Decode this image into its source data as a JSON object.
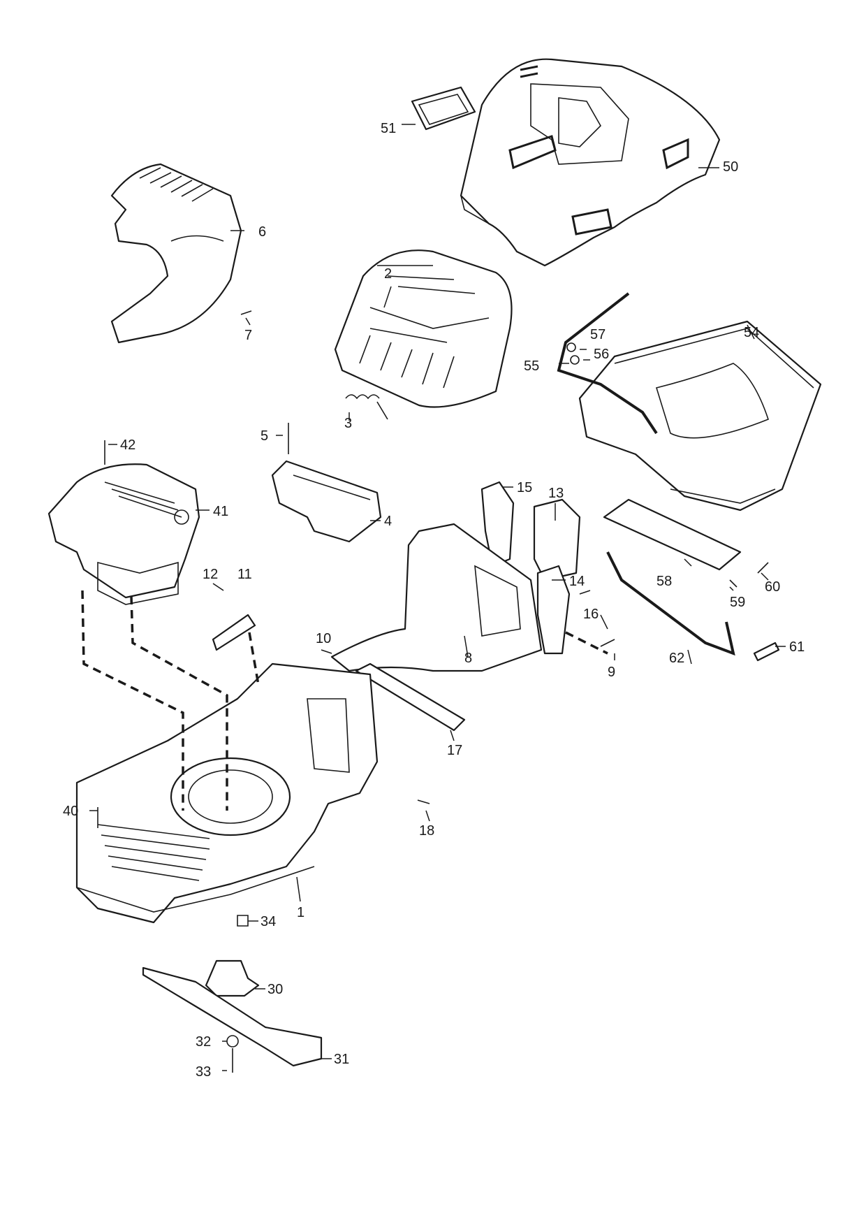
{
  "diagram": {
    "type": "exploded-parts-view",
    "line_color": "#1a1a1a",
    "background": "#ffffff"
  },
  "callouts": {
    "c1": "1",
    "c2": "2",
    "c3": "3",
    "c4": "4",
    "c5": "5",
    "c6": "6",
    "c7": "7",
    "c8": "8",
    "c9": "9",
    "c10": "10",
    "c11": "11",
    "c12": "12",
    "c13": "13",
    "c14": "14",
    "c15": "15",
    "c16": "16",
    "c17": "17",
    "c18": "18",
    "c30": "30",
    "c31": "31",
    "c32": "32",
    "c33": "33",
    "c34": "34",
    "c40": "40",
    "c41": "41",
    "c42": "42",
    "c50": "50",
    "c51": "51",
    "c54": "54",
    "c55": "55",
    "c56": "56",
    "c57": "57",
    "c58": "58",
    "c59": "59",
    "c60": "60",
    "c61": "61",
    "c62": "62"
  }
}
